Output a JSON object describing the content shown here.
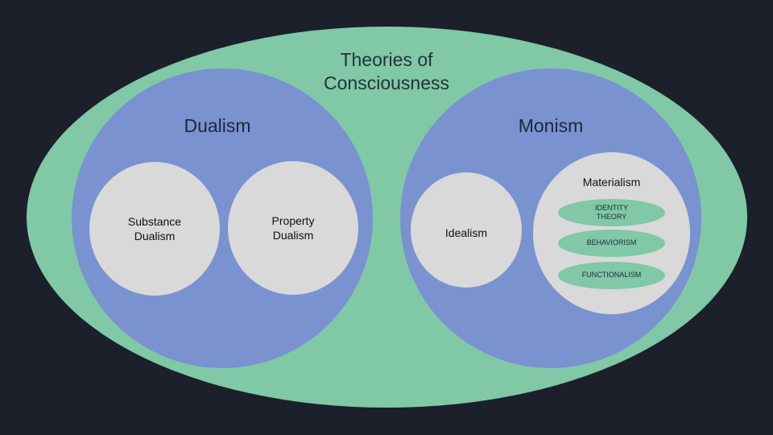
{
  "title": "Theories of\nConsciousness",
  "dualism": {
    "title": "Dualism",
    "children": [
      "Substance\nDualism",
      "Property\nDualism"
    ]
  },
  "monism": {
    "title": "Monism",
    "idealism": "Idealism",
    "materialism": {
      "title": "Materialism",
      "items": [
        "IDENTITY\nTHEORY",
        "BEHAVIORISM",
        "FUNCTIONALISM"
      ]
    }
  },
  "colors": {
    "background": "#1b202b",
    "outer": "#80c8a6",
    "inner": "#7a92d0",
    "leaf": "#d9d9d9"
  }
}
